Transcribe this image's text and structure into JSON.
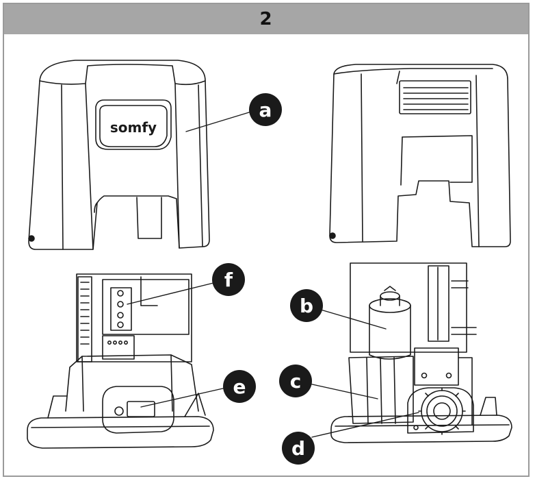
{
  "figure": {
    "step_number": "2",
    "logo_text": "somfy",
    "callouts": {
      "a": "a",
      "b": "b",
      "c": "c",
      "d": "d",
      "e": "e",
      "f": "f"
    }
  },
  "colors": {
    "header_bg": "#a6a6a6",
    "border": "#9a9a9a",
    "line": "#1a1a1a",
    "callout_bg": "#1a1a1a",
    "callout_text": "#ffffff"
  }
}
